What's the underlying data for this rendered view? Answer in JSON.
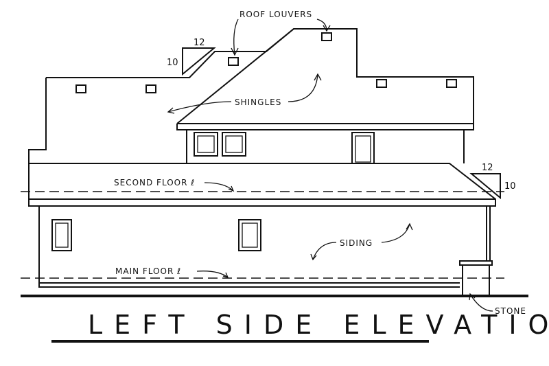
{
  "labels": {
    "roof_louvers": "ROOF LOUVERS",
    "shingles": "SHINGLES",
    "second_floor": "SECOND FLOOR ℓ",
    "main_floor": "MAIN FLOOR ℓ",
    "siding": "SIDING",
    "stone": "STONE"
  },
  "pitch_upper": {
    "rise": "10",
    "run": "12"
  },
  "pitch_lower": {
    "rise": "10",
    "run": "12"
  },
  "title": "LEFT SIDE ELEVATION"
}
